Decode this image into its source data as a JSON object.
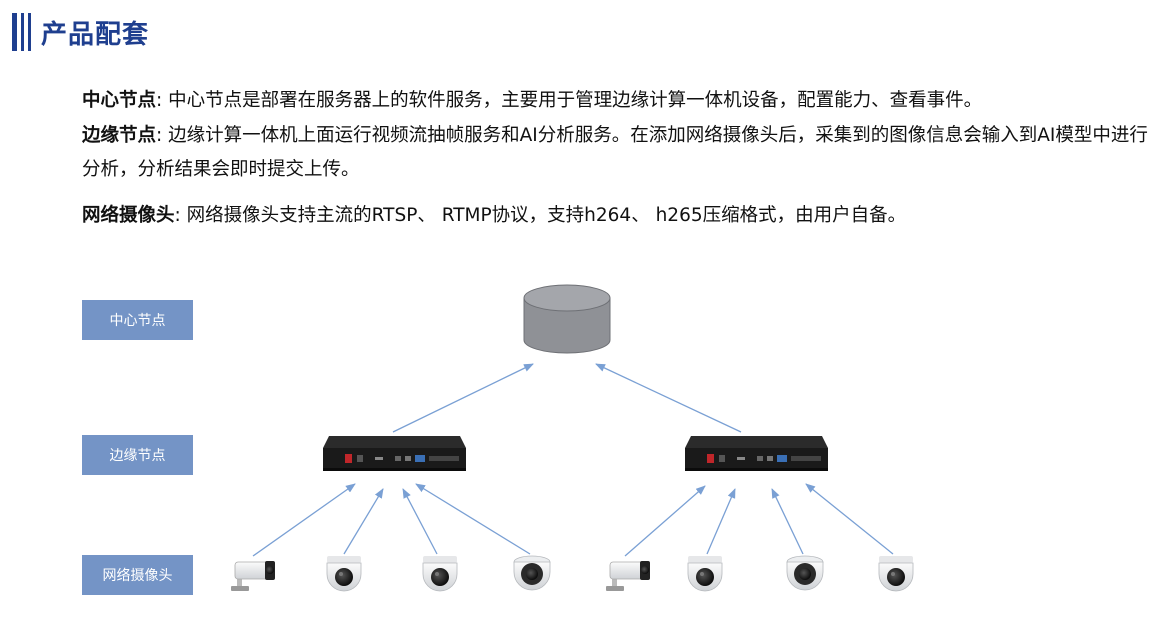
{
  "header": {
    "title": "产品配套"
  },
  "descriptions": [
    {
      "term": "中心节点",
      "sep": ": ",
      "text": "中心节点是部署在服务器上的软件服务，主要用于管理边缘计算一体机设备，配置能力、查看事件。"
    },
    {
      "term": "边缘节点",
      "sep": ":  ",
      "text": "边缘计算一体机上面运行视频流抽帧服务和AI分析服务。在添加网络摄像头后，采集到的图像信息会输入到AI模型中进行分析，分析结果会即时提交上传。"
    },
    {
      "term": "网络摄像头",
      "sep": ": ",
      "text": "网络摄像头支持主流的RTSP、 RTMP协议，支持h264、 h265压缩格式，由用户自备。"
    }
  ],
  "diagram": {
    "tiers": [
      "中心节点",
      "边缘节点",
      "网络摄像头"
    ],
    "nodes": {
      "center": {
        "type": "database",
        "icon": "database-cylinder-icon"
      },
      "edge": [
        {
          "id": "edge-1",
          "icon": "edge-server-box-icon",
          "cameras": [
            "bullet",
            "dome",
            "dome",
            "ptz"
          ]
        },
        {
          "id": "edge-2",
          "icon": "edge-server-box-icon",
          "cameras": [
            "bullet",
            "dome",
            "ptz",
            "dome"
          ]
        }
      ]
    },
    "colors": {
      "label_fill": "#7494c6",
      "arrow": "#7aa0d4",
      "title": "#1f3f8f",
      "database": "#8f9196"
    }
  }
}
